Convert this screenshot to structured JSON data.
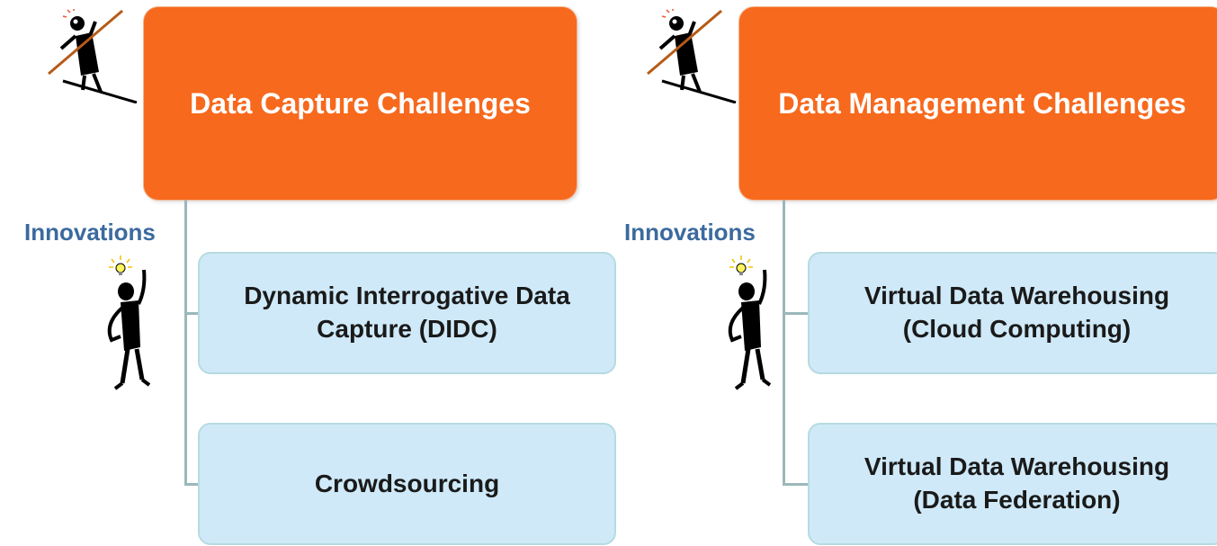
{
  "panels": [
    {
      "header": "Data Capture Challenges",
      "innovations_label": "Innovations",
      "children": [
        {
          "lines": [
            "Dynamic Interrogative Data",
            "Capture (DIDC)"
          ]
        },
        {
          "lines": [
            "Crowdsourcing"
          ]
        }
      ]
    },
    {
      "header": "Data Management Challenges",
      "innovations_label": "Innovations",
      "children": [
        {
          "lines": [
            "Virtual Data Warehousing",
            "(Cloud Computing)"
          ]
        },
        {
          "lines": [
            "Virtual Data Warehousing",
            "(Data Federation)"
          ]
        }
      ]
    }
  ],
  "icons": {
    "challenge": "tightrope-walker-figure-icon",
    "innovation": "idea-lightbulb-figure-icon"
  },
  "colors": {
    "header_fill": "#f7691d",
    "child_fill": "#cfe9f8",
    "child_border": "#b6dbe0",
    "connector": "#9bb7b9",
    "innovations_text": "#3b6a9e"
  }
}
